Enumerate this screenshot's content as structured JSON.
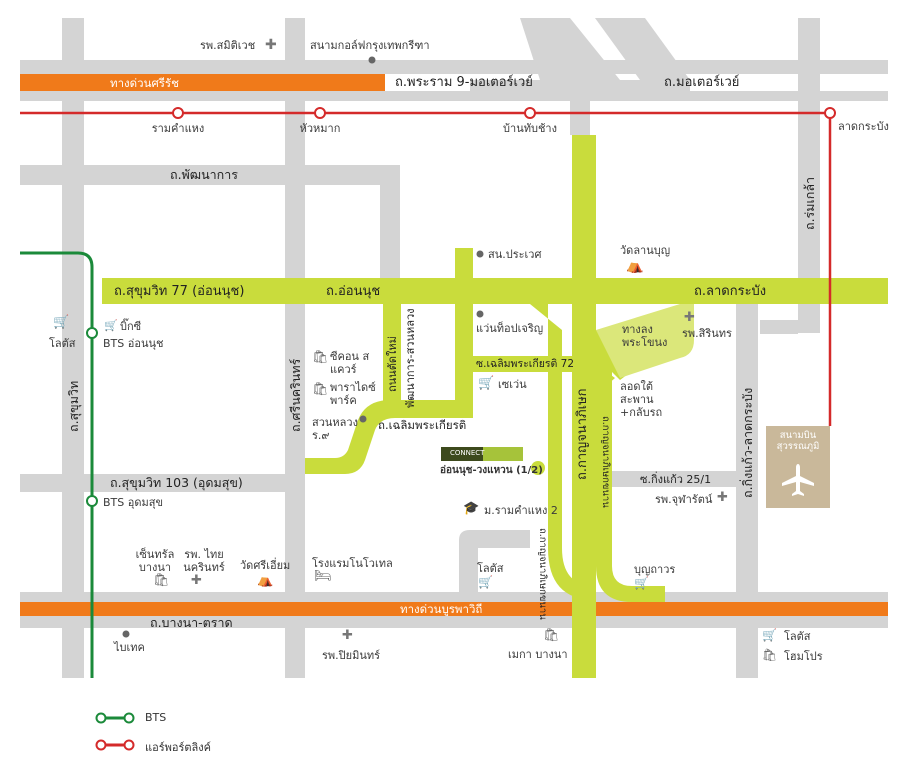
{
  "colors": {
    "road": "#d4d4d4",
    "main_road": "#c9dc3c",
    "main_road_light": "#dbe77a",
    "expressway": "#f07a1a",
    "bts": "#1b8a3a",
    "airport_link": "#d42a2a",
    "airport": "#c9b89a"
  },
  "roads": {
    "sirat_expressway": "ทางด่วนศรีรัช",
    "rama9_motorway": "ถ.พระราม 9-มอเตอร์เวย์",
    "motorway": "ถ.มอเตอร์เวย์",
    "phatthanakan": "ถ.พัฒนาการ",
    "sukhumvit77": "ถ.สุขุมวิท 77 (อ่อนนุช)",
    "on_nut": "ถ.อ่อนนุช",
    "lat_krabang": "ถ.ลาดกระบัง",
    "romklao": "ถ.ร่มเกล้า",
    "sukhumvit": "ถ.สุขุมวิท",
    "srinakarin": "ถ.ศรีนครินทร์",
    "pattanakan_new": "ถนนตัดใหม่",
    "phatthanakan_suanluang": "พัฒนาการ-สวนหลวง",
    "chaloem_phrakiat": "ถ.เฉลิมพระเกียรติ",
    "soi_chaloem72": "ซ.เฉลิมพระเกียรติ 72",
    "kanchanaphisek_center": "ถ.กาญจนาภิเษก",
    "kanchanaphisek_parallel_left": "ถ.กาญจนาภิเษกขนาน",
    "kanchanaphisek_parallel_right": "ถ.กาญจนาภิเษกขนาน",
    "sukhumvit103": "ถ.สุขุมวิท 103 (อุดมสุข)",
    "king_kaeo": "ถ.กิ่งแก้ว-ลาดกระบัง",
    "soi_king_kaeo": "ซ.กิ่งแก้ว 25/1",
    "burapha_withi": "ทางด่วนบูรพาวิถี",
    "bangna_trat": "ถ.บางนา-ตราด",
    "ramkhamhaeng2": "ม.รามคำแหง 2"
  },
  "stations": {
    "ramkhamhaeng": "รามคำแหง",
    "hua_mak": "หัวหมาก",
    "ban_thap_chang": "บ้านทับช้าง",
    "lat_krabang": "ลาดกระบัง",
    "bts_on_nut": "BTS อ่อนนุช",
    "bts_udom_suk": "BTS อุดมสุข"
  },
  "pois": {
    "samitivej": "รพ.สมิติเวช",
    "golf": "สนามกอล์ฟกรุงเทพกรีฑา",
    "prawet": "สน.ประเวศ",
    "wat_lan_bun": "วัดลานบุญ",
    "bigc": "บิ๊กซี",
    "lotus_left": "โลตัส",
    "seacon": "ซีคอน สแควร์",
    "paradise": "พาราไดซ์ พาร์ค",
    "suan_luang": "สวนหลวง ร.๙",
    "wenkop": "แว่นท็อปเจริญ",
    "seven": "เซเว่น",
    "sirinthorn": "รพ.สิรินทร",
    "ramp_down": "ทางลง พระโขนง",
    "underpass": "ลอดใต้ สะพาน +กลับรถ",
    "chularat": "รพ.จุฬารัตน์",
    "central": "เซ็นทรัล บางนา",
    "thai_nakarin": "รพ. ไทยนครินทร์",
    "wat_sri": "วัดศรีเอี่ยม",
    "novotel": "โรงแรมโนโวเทล",
    "lotus_mid": "โลตัส",
    "bunthavorn": "บุญถาวร",
    "baitek": "ไบเทค",
    "piyamin": "รพ.ปิยมินทร์",
    "mega": "เมกา บางนา",
    "lotus_right": "โลตัส",
    "homepro": "โฮมโปร",
    "connect_title": "CONNECT",
    "connect_label": "อ่อนนุช-วงแหวน (1/2)",
    "airport_line1": "สนามบิน",
    "airport_line2": "สุวรรณภูมิ"
  },
  "legend": {
    "bts": "BTS",
    "airport_link": "แอร์พอร์ตลิงค์"
  }
}
